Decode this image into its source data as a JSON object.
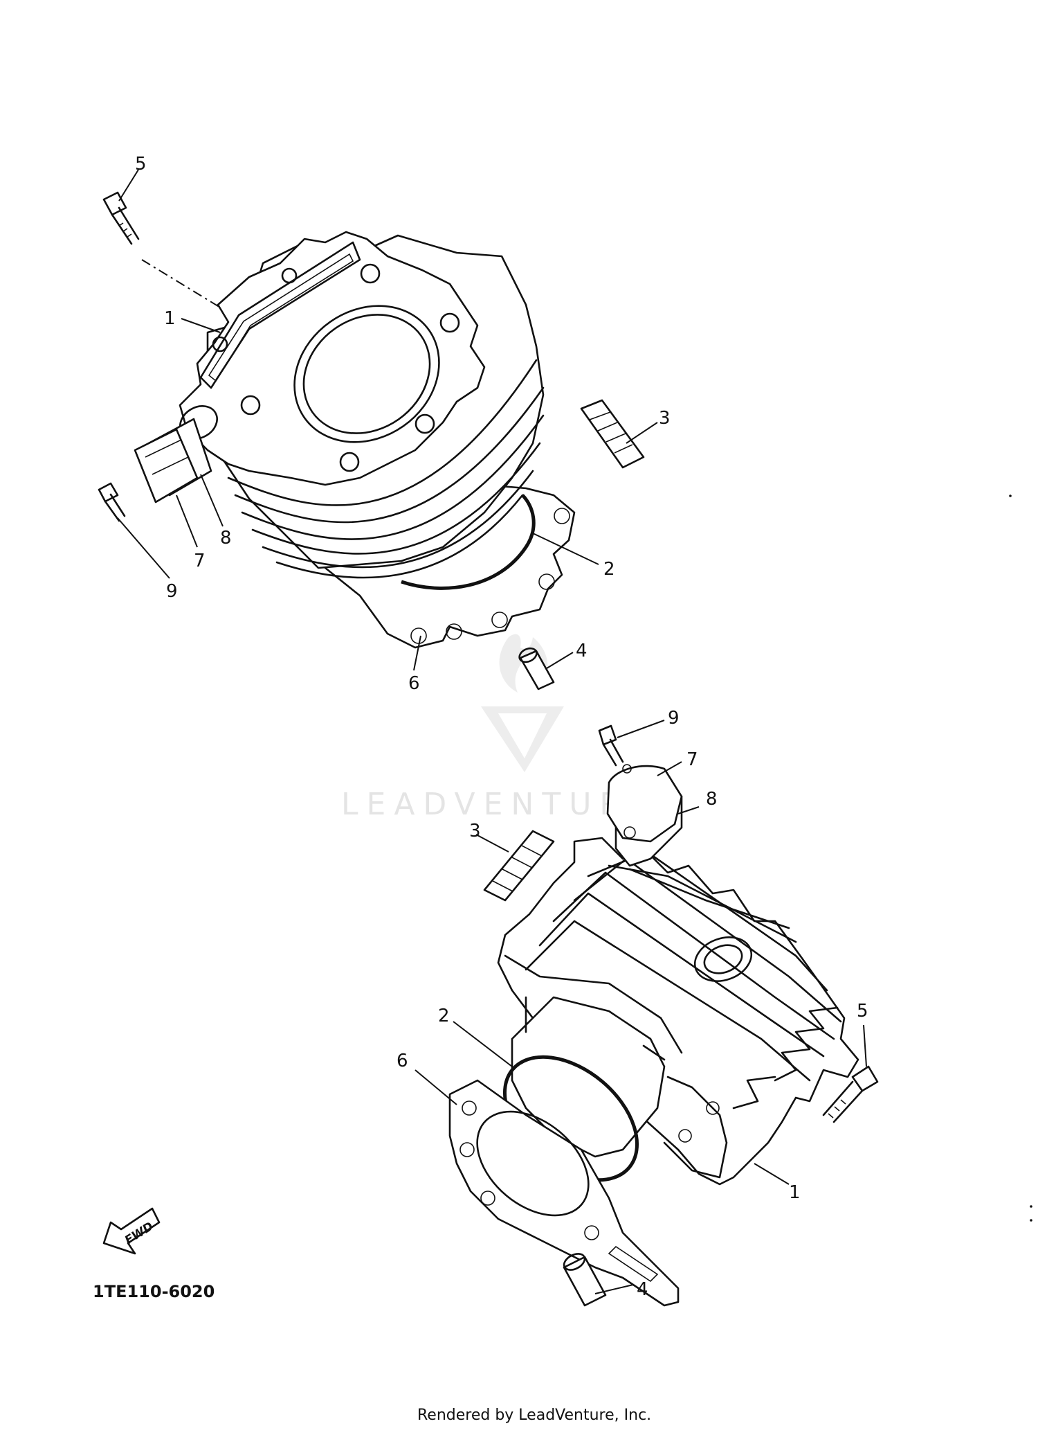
{
  "diagram": {
    "part_code": "1TE110-6020",
    "footer": "Rendered by LeadVenture, Inc.",
    "watermark": "LEADVENTURE",
    "fwd_label": "FWD",
    "callouts_upper": [
      "1",
      "2",
      "3",
      "4",
      "5",
      "6",
      "7",
      "8",
      "9"
    ],
    "callouts_lower": [
      "1",
      "2",
      "3",
      "4",
      "5",
      "6",
      "7",
      "8",
      "9"
    ]
  }
}
